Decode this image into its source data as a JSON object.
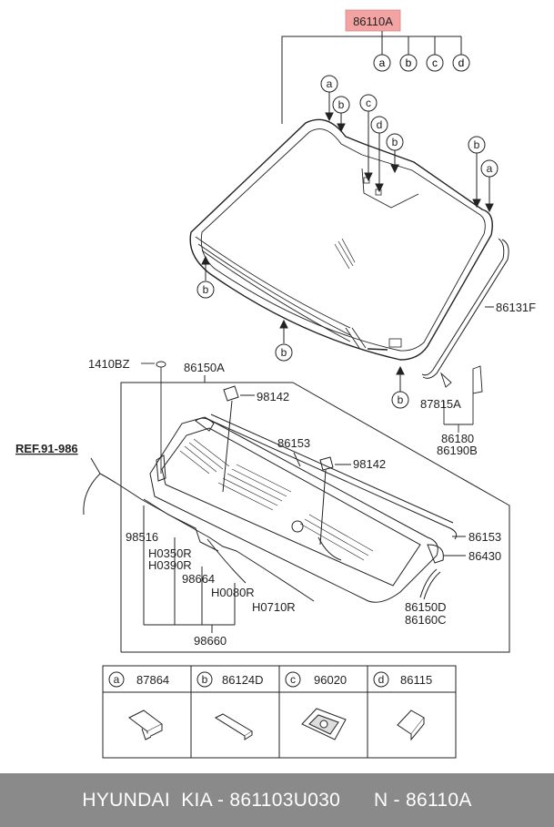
{
  "diagram": {
    "main_part": "86110A",
    "callout_letters": [
      "a",
      "b",
      "c",
      "d"
    ],
    "labels": {
      "windshield_molding": "86131F",
      "screw": "1410BZ",
      "cowl_panel": "86150A",
      "nozzle_upper": "98142",
      "nozzle_lower": "98142",
      "cowl_seal": "86153",
      "cowl_seal_right": "86153",
      "cowl_cover": "86430",
      "cowl_side_1": "86150D",
      "cowl_side_2": "86160C",
      "bracket": "87815A",
      "bracket_1": "86180",
      "bracket_2": "86190B",
      "ref": "REF.91-986",
      "hose": "98516",
      "h1": "H0350R",
      "h2": "H0390R",
      "connector": "98664",
      "h3": "H0080R",
      "h4": "H0710R",
      "hose_assy": "98660"
    },
    "legend": [
      {
        "letter": "a",
        "part": "87864"
      },
      {
        "letter": "b",
        "part": "86124D"
      },
      {
        "letter": "c",
        "part": "96020"
      },
      {
        "letter": "d",
        "part": "86115"
      }
    ]
  },
  "footer": {
    "brand": "HYUNDAI  KIA - 861103U030",
    "number": "N - 86110A"
  },
  "colors": {
    "highlight": "#f4a3a3",
    "footer_bg": "#8a8a8a"
  }
}
